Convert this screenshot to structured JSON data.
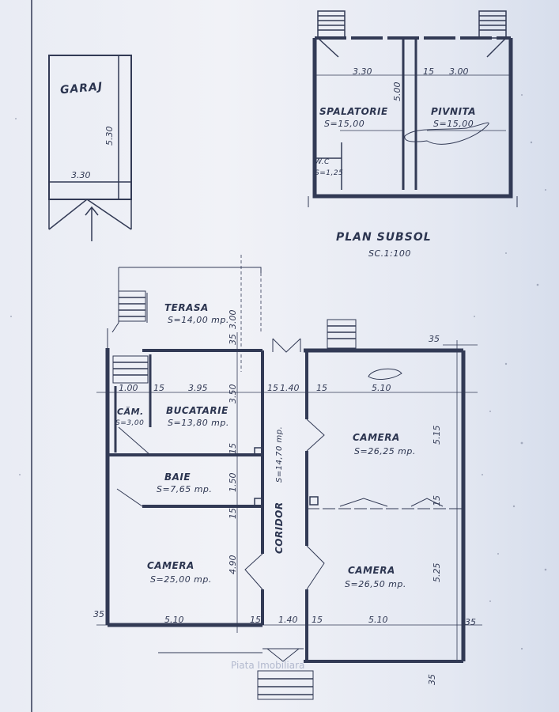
{
  "garage": {
    "name": "GARAJ",
    "dim_length": "5.30",
    "dim_width": "3.30"
  },
  "basement": {
    "title": "PLAN SUBSOL",
    "scale": "SC.1:100",
    "rooms": {
      "laundry": {
        "name": "SPALATORIE",
        "area": "S=15,00"
      },
      "cellar": {
        "name": "PIVNITA",
        "area": "S=15,00"
      },
      "wc": {
        "name": "W.C",
        "area": "S=1,25"
      }
    },
    "dims": {
      "left_width": "3.30",
      "wall": "15",
      "right_width": "3.00",
      "depth": "5.00"
    }
  },
  "ground_floor": {
    "rooms": {
      "terrace": {
        "name": "TERASA",
        "area": "S=14,00 mp."
      },
      "pantry": {
        "name": "CĂM.",
        "area": "S=3,00"
      },
      "kitchen": {
        "name": "BUCATARIE",
        "area": "S=13,80 mp."
      },
      "bathroom": {
        "name": "BAIE",
        "area": "S=7,65 mp."
      },
      "room_left": {
        "name": "CAMERA",
        "area": "S=25,00 mp."
      },
      "corridor": {
        "name": "CORIDOR",
        "area": "S=14,70 mp."
      },
      "room_right_top": {
        "name": "CAMERA",
        "area": "S=26,25 mp."
      },
      "room_right_bottom": {
        "name": "CAMERA",
        "area": "S=26,50 mp."
      }
    },
    "dims": {
      "top_row": [
        "1.00",
        "15",
        "3.95",
        "15",
        "1.40",
        "15",
        "5.10"
      ],
      "bottom_row": [
        "35",
        "5.10",
        "15",
        "1.40",
        "15",
        "5.10",
        "35"
      ],
      "terrace_depth": "3.00",
      "wall_35_top": "35",
      "wall_35_right": "35",
      "wall_35_bottom": "35",
      "kitchen_depth": "3.50",
      "wall_15_a": "15",
      "bath_depth": "1.50",
      "wall_15_b": "15",
      "room_left_depth": "4.90",
      "room_right_top_depth": "5.15",
      "wall_15_right": "15",
      "room_right_bottom_depth": "5.25"
    }
  },
  "watermark": "Piata Imobiliara",
  "colors": {
    "ink": "#323a55",
    "paper": "#eef0f6",
    "faded_ink": "#5a6485"
  }
}
